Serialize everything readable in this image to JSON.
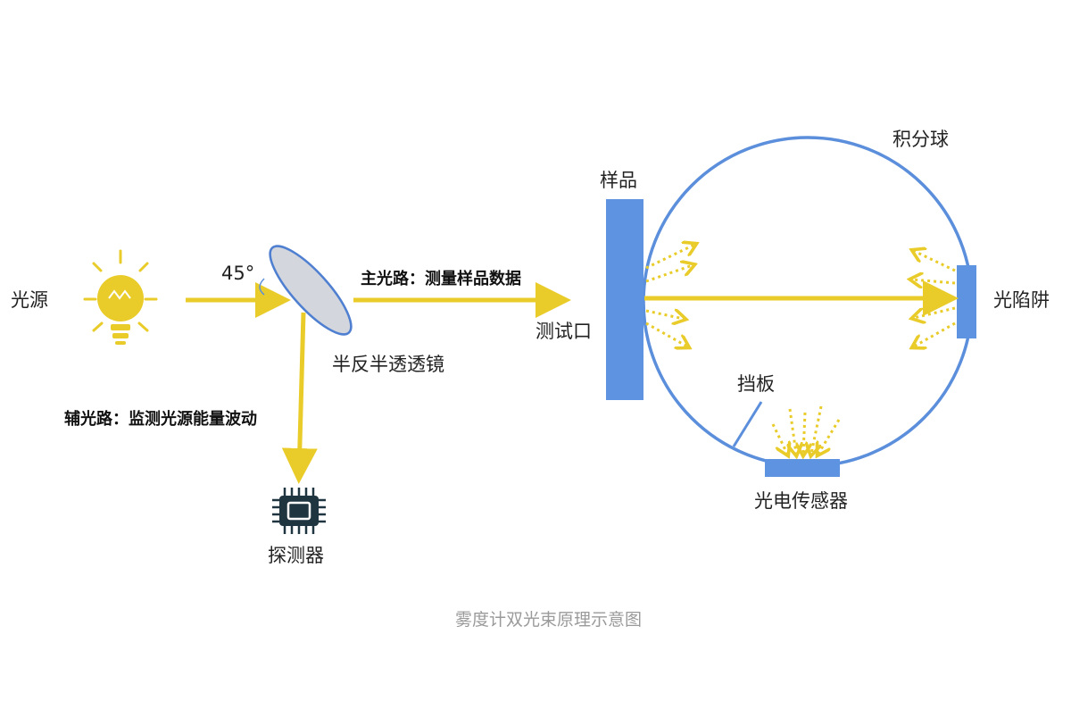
{
  "colors": {
    "beam": "#E9CC2A",
    "sphere": "#5B8EDB",
    "block": "#5E93E2",
    "mirror_fill": "#D3D6DD",
    "mirror_stroke": "#4F7FD0",
    "bulb": "#E9CC2A",
    "chip": "#1F3640",
    "caption": "#9a9a9a"
  },
  "icons": {
    "light_source": "lightbulb-icon",
    "detector": "chip-icon"
  },
  "labels": {
    "light_source": "光源",
    "angle": "45°",
    "mirror": "半反半透透镜",
    "main_path": "主光路：测量样品数据",
    "aux_path": "辅光路：监测光源能量波动",
    "detector": "探测器",
    "sample": "样品",
    "test_port": "测试口",
    "sphere": "积分球",
    "light_trap": "光陷阱",
    "baffle": "挡板",
    "sensor": "光电传感器",
    "caption": "雾度计双光束原理示意图"
  }
}
